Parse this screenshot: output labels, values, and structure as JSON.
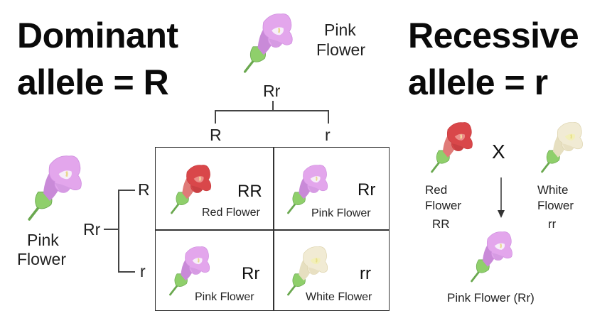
{
  "headings": {
    "dominant_line1": "Dominant",
    "dominant_line2": "allele = R",
    "recessive_line1": "Recessive",
    "recessive_line2": "allele = r"
  },
  "colors": {
    "pink_petal": "#e3a6ec",
    "pink_tube": "#c98ad8",
    "red_petal": "#d9474a",
    "red_tube": "#e07b78",
    "white_petal": "#f1ebd4",
    "white_tube": "#e6dfc0",
    "sepal": "#8fcf6b",
    "stem": "#6aa84f",
    "line": "#444444"
  },
  "top_parent": {
    "flower_color": "pink",
    "label_line1": "Pink",
    "label_line2": "Flower",
    "genotype": "Rr",
    "alleles": [
      "R",
      "r"
    ]
  },
  "left_parent": {
    "flower_color": "pink",
    "label_line1": "Pink",
    "label_line2": "Flower",
    "genotype": "Rr",
    "alleles": [
      "R",
      "r"
    ]
  },
  "punnett": {
    "cells": [
      {
        "genotype": "RR",
        "phenotype": "Red Flower",
        "flower_color": "red"
      },
      {
        "genotype": "Rr",
        "phenotype": "Pink Flower",
        "flower_color": "pink"
      },
      {
        "genotype": "Rr",
        "phenotype": "Pink Flower",
        "flower_color": "pink"
      },
      {
        "genotype": "rr",
        "phenotype": "White Flower",
        "flower_color": "white"
      }
    ]
  },
  "cross": {
    "symbol": "X",
    "parent1": {
      "label_line1": "Red",
      "label_line2": "Flower",
      "genotype": "RR",
      "flower_color": "red"
    },
    "parent2": {
      "label_line1": "White",
      "label_line2": "Flower",
      "genotype": "rr",
      "flower_color": "white"
    },
    "offspring": {
      "label": "Pink Flower (Rr)",
      "flower_color": "pink"
    }
  }
}
